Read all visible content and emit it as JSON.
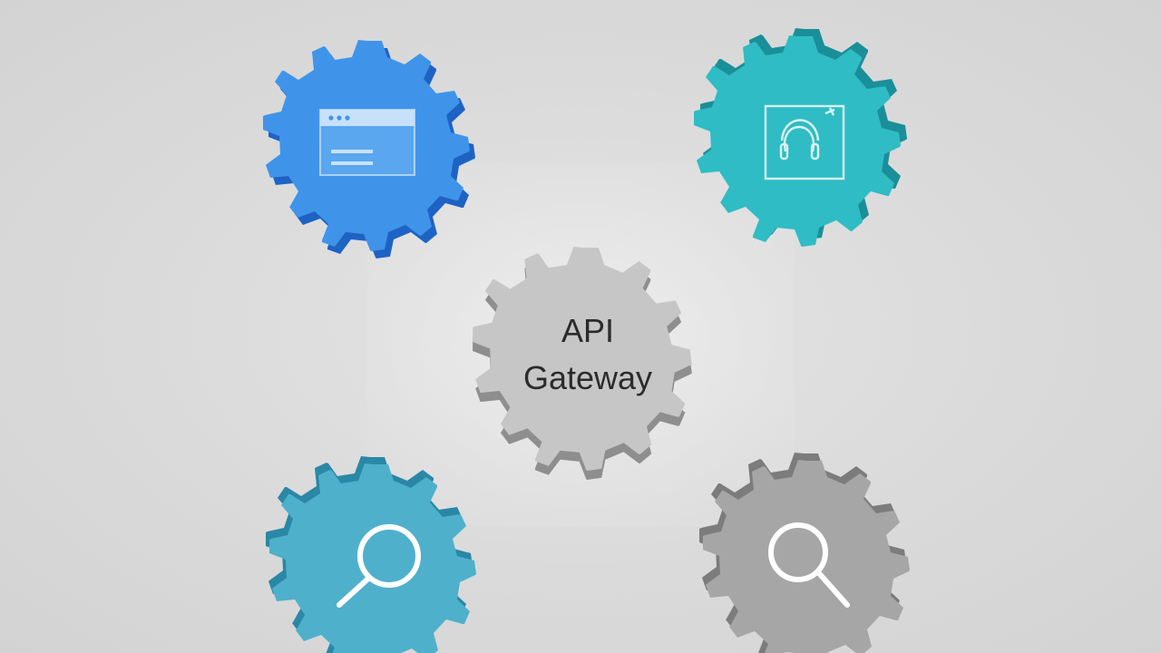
{
  "center_gear": {
    "label_line1": "API",
    "label_line2": "Gateway",
    "color": "#c6c6c6",
    "side_color": "#8e8e8e"
  },
  "gears": [
    {
      "id": "top-left",
      "icon": "browser-window-icon",
      "color": "#3f94ea",
      "side_color": "#1e63c4"
    },
    {
      "id": "top-right",
      "icon": "headset-support-icon",
      "color": "#2fbcc4",
      "side_color": "#1a8f99"
    },
    {
      "id": "bottom-left",
      "icon": "search-icon",
      "color": "#4fb0cc",
      "side_color": "#2a87a6"
    },
    {
      "id": "bottom-right",
      "icon": "search-icon",
      "color": "#a6a6a6",
      "side_color": "#7c7c7c"
    }
  ]
}
